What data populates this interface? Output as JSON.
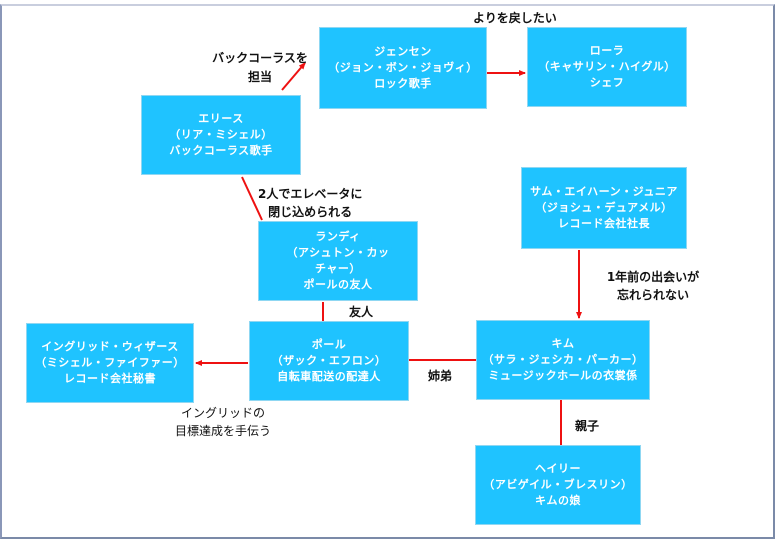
{
  "diagram": {
    "edge_color": "#ee1111",
    "node_color": "#1fc3ff",
    "nodes": {
      "jensen": {
        "name": "ジェンセン",
        "actor": "（ジョン・ボン・ジョヴィ）",
        "role": "ロック歌手"
      },
      "laura": {
        "name": "ローラ",
        "actor": "（キャサリン・ハイグル）",
        "role": "シェフ"
      },
      "elise": {
        "name": "エリース",
        "actor": "（リア・ミシェル）",
        "role": "バックコーラス歌手"
      },
      "sam": {
        "name": "サム・エイハーン・ジュニア",
        "actor": "（ジョシュ・デュアメル）",
        "role": "レコード会社社長"
      },
      "randy": {
        "name": "ランディ",
        "actor_line1": "（アシュトン・カッ",
        "actor_line2": "チャー）",
        "role": "ポールの友人"
      },
      "ingrid": {
        "name": "イングリッド・ウィザース",
        "actor": "（ミシェル・ファイファー）",
        "role": "レコード会社秘書"
      },
      "paul": {
        "name": "ポール",
        "actor": "（ザック・エフロン）",
        "role": "自転車配送の配達人"
      },
      "kim": {
        "name": "キム",
        "actor": "（サラ・ジェシカ・パーカー）",
        "role": "ミュージックホールの衣裳係"
      },
      "haley": {
        "name": "ヘイリー",
        "actor": "（アビゲイル・ブレスリン）",
        "role": "キムの娘"
      }
    },
    "edge_labels": {
      "jensen_laura": "よりを戻したい",
      "elise_jensen_1": "バックコーラスを",
      "elise_jensen_2": "担当",
      "elise_randy_1": "2人でエレベータに",
      "elise_randy_2": "閉じ込められる",
      "sam_kim_1": "1年前の出会いが",
      "sam_kim_2": "忘れられない",
      "randy_paul": "友人",
      "paul_ingrid_1": "イングリッドの",
      "paul_ingrid_2": "目標達成を手伝う",
      "paul_kim": "姉弟",
      "kim_haley": "親子"
    }
  }
}
